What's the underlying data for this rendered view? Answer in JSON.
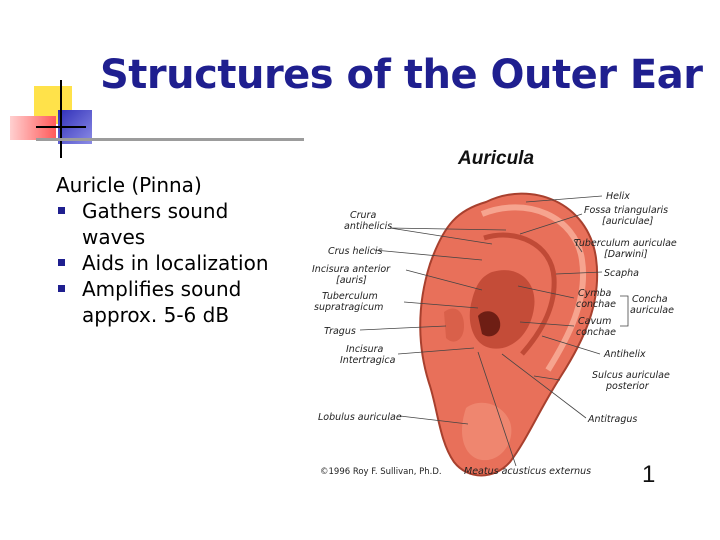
{
  "slide": {
    "title": "Structures of the Outer Ear",
    "bullets": {
      "heading": "Auricle (Pinna)",
      "items": [
        {
          "text": "Gathers sound waves"
        },
        {
          "text": "Aids in localization"
        },
        {
          "text": "Amplifies sound approx. 5-6 dB"
        }
      ]
    }
  },
  "figure": {
    "title": "Auricula",
    "labels": {
      "helix": "Helix",
      "fossa_1": "Fossa triangularis",
      "fossa_2": "[auriculae]",
      "crura_1": "Crura",
      "crura_2": "antihelicis",
      "tuberculum_aur_1": "Tuberculum auriculae",
      "tuberculum_aur_2": "[Darwini]",
      "crus_helicis": "Crus helicis",
      "incisura_ant_1": "Incisura anterior",
      "incisura_ant_2": "[auris]",
      "scapha": "Scapha",
      "tuberculum_supra_1": "Tuberculum",
      "tuberculum_supra_2": "supratragicum",
      "cymba_1": "Cymba",
      "cymba_2": "conchae",
      "concha_1": "Concha",
      "concha_2": "auriculae",
      "cavum_1": "Cavum",
      "cavum_2": "conchae",
      "tragus": "Tragus",
      "incisura_inter_1": "Incisura",
      "incisura_inter_2": "Intertragica",
      "antihelix": "Antihelix",
      "sulcus_1": "Sulcus auriculae",
      "sulcus_2": "posterior",
      "lobulus": "Lobulus auriculae",
      "antitragus": "Antitragus",
      "meatus": "Meatus acusticus externus"
    },
    "copyright": "©1996 Roy F. Sullivan, Ph.D.",
    "figure_number": "1"
  },
  "colors": {
    "title": "#1f1f8f",
    "bullet": "#1f1f8f",
    "deco_yellow": "#ffe24a",
    "deco_blue": "#3c3cc4",
    "deco_red": "#ff5a5a",
    "ear_skin": "#e8705a"
  }
}
